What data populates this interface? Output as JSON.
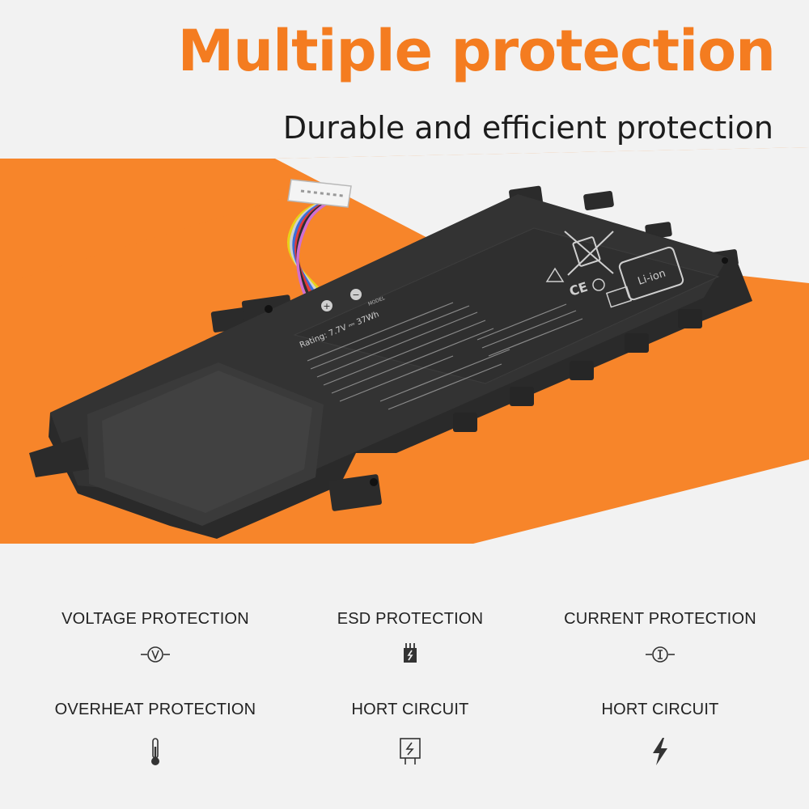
{
  "headline": "Multiple protection",
  "subline": "Durable and efficient protection",
  "colors": {
    "accent": "#f47c20",
    "band": "#f7852a",
    "background": "#f2f2f2",
    "text": "#222222"
  },
  "battery": {
    "rating": "Rating: 7.7V ⎓ 37Wh",
    "model": "MODEL",
    "plus": "+",
    "minus": "−",
    "ce_mark": "CE",
    "li_ion": "Li-ion"
  },
  "features": [
    {
      "label": "VOLTAGE PROTECTION",
      "icon": "voltage-icon"
    },
    {
      "label": "ESD PROTECTION",
      "icon": "esd-chip-icon"
    },
    {
      "label": "CURRENT PROTECTION",
      "icon": "current-icon"
    },
    {
      "label": "OVERHEAT PROTECTION",
      "icon": "thermometer-icon"
    },
    {
      "label": "HORT CIRCUIT",
      "icon": "short-circuit-icon"
    },
    {
      "label": "HORT CIRCUIT",
      "icon": "lightning-bolt-icon"
    }
  ]
}
